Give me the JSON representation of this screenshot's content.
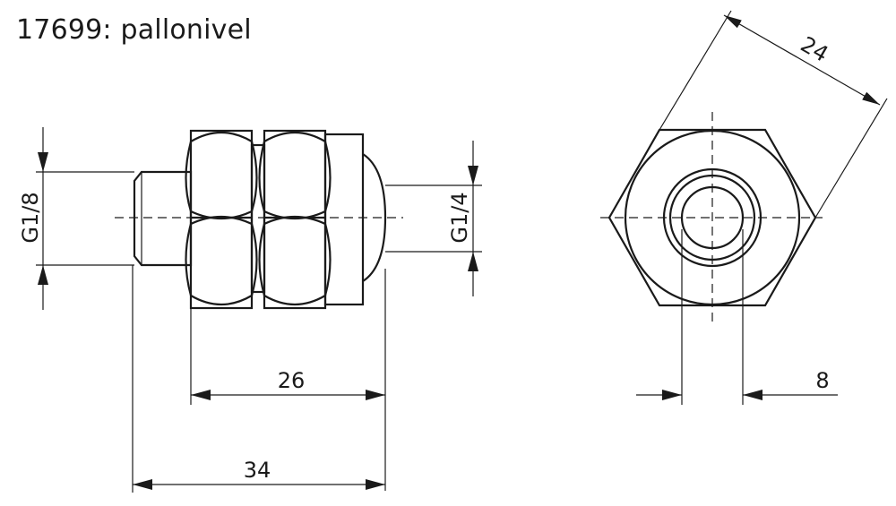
{
  "title": "17699: pallonivel",
  "dimensions": {
    "thread_left": "G1/8",
    "thread_right": "G1/4",
    "length_body": "26",
    "length_total": "34",
    "across_flats": "24",
    "bore": "8"
  }
}
